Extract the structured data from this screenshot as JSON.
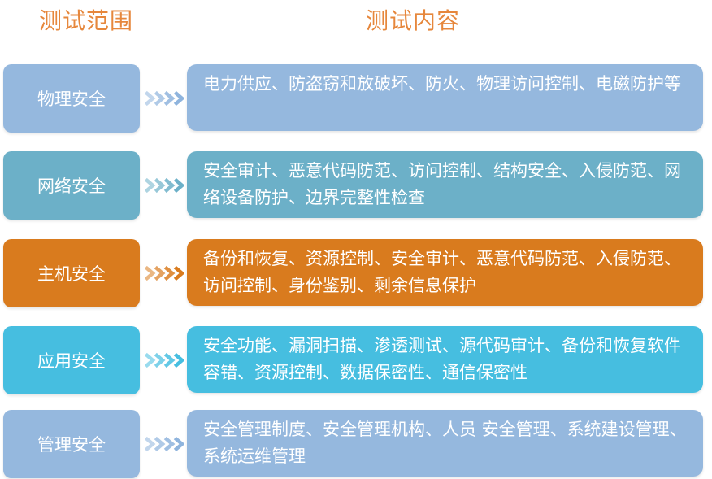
{
  "headers": {
    "scope": "测试范围",
    "content": "测试内容"
  },
  "colors": {
    "header_text": "#e6873c",
    "light_blue": "#8fb4dd",
    "teal": "#6bb0c7",
    "orange": "#d77a1f",
    "cyan": "#45bedf",
    "arrow_blue": "#8fb4dd",
    "arrow_orange": "#d77a1f"
  },
  "rows": [
    {
      "scope": "物理安全",
      "content": "电力供应、防盗窃和放破坏、防火、物理访问控制、电磁防护等",
      "color": "#95b8de",
      "arrow_color": "#8fb4dd",
      "highlighted": false
    },
    {
      "scope": "网络安全",
      "content": "安全审计、恶意代码防范、访问控制、结构安全、入侵防范、网络设备防护、边界完整性检查",
      "color": "#6cb0c8",
      "arrow_color": "#6cb0c8",
      "highlighted": false
    },
    {
      "scope": "主机安全",
      "content": "备份和恢复、资源控制、安全审计、恶意代码防范、入侵防范、访问控制、身份鉴别、剩余信息保护",
      "color": "#d97b1e",
      "arrow_color": "#d97b1e",
      "highlighted": true
    },
    {
      "scope": "应用安全",
      "content": "安全功能、漏洞扫描、渗透测试、源代码审计、备份和恢复软件容错、资源控制、数据保密性、通信保密性",
      "color": "#46bee0",
      "arrow_color": "#46bee0",
      "highlighted": false
    },
    {
      "scope": "管理安全",
      "content": "安全管理制度、安全管理机构、人员 安全管理、系统建设管理、系统运维管理",
      "color": "#95b8de",
      "arrow_color": "#8fb4dd",
      "highlighted": false
    }
  ]
}
